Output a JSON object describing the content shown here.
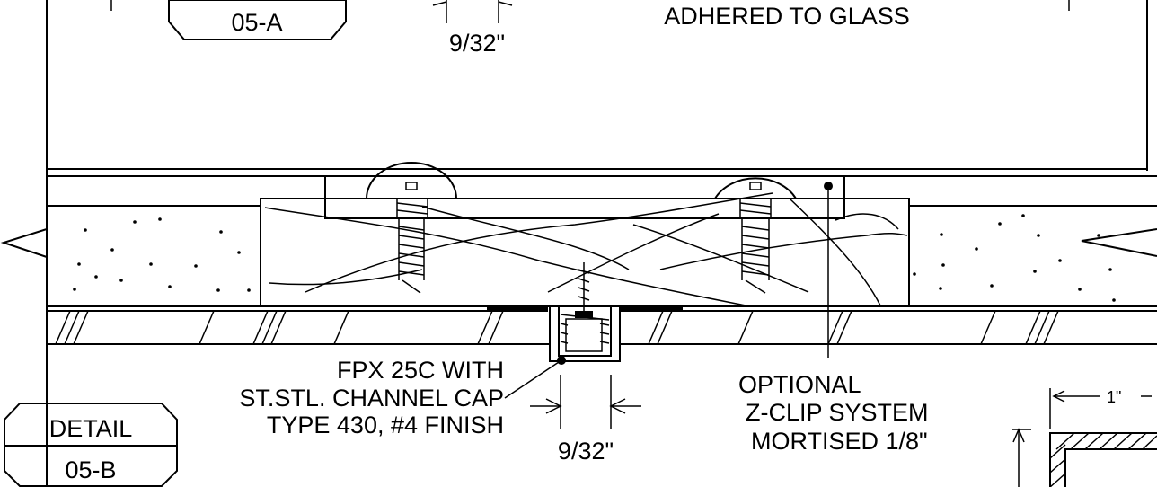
{
  "tags": {
    "top_tag": "05-A",
    "detail_tag_title": "DETAIL",
    "detail_tag_number": "05-B"
  },
  "dimensions": {
    "top": "9/32\"",
    "bottom": "9/32\"",
    "side": "1\""
  },
  "notes": {
    "top_note": "ADHERED TO GLASS",
    "fpx_line1": "FPX 25C WITH",
    "fpx_line2": "ST.STL. CHANNEL CAP",
    "fpx_line3": "TYPE 430, #4 FINISH",
    "zclip_line1": "OPTIONAL",
    "zclip_line2": "Z-CLIP SYSTEM",
    "zclip_line3": "MORTISED 1/8\""
  }
}
